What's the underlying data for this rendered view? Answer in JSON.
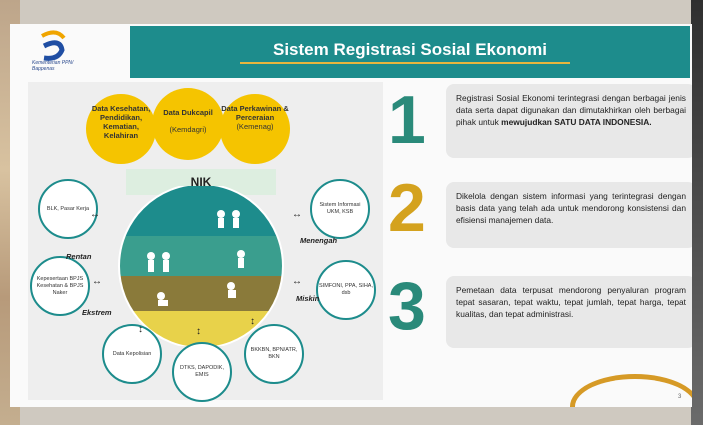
{
  "title": "Sistem Registrasi Sosial Ekonomi",
  "logo": {
    "text_line1": "Kementerian PPN/",
    "text_line2": "Bappenas"
  },
  "top_circles": [
    {
      "title": "Data Kesehatan, Pendidikan, Kematian, Kelahiran",
      "sub": ""
    },
    {
      "title": "Data Dukcapil",
      "sub": "(Kemdagri)"
    },
    {
      "title": "Data Perkawinan & Perceraian",
      "sub": "(Kemenag)"
    }
  ],
  "nik": "NIK",
  "satellites": {
    "blk": "BLK, Pasar Kerja",
    "sistem": "Sistem Informasi UKM, KSB",
    "bpjs": "Kepesertaan BPJS Kesehatan & BPJS Naker",
    "simfoni": "SIMFONI, PPA, SIHA, dsb",
    "kepolisian": "Data Kepolisian",
    "dtks": "DTKS, DAPODIK, EMIS",
    "bkkbn": "BKKBN, BPN/ATR, BKN"
  },
  "levels": {
    "menengah": "Menengah",
    "rentan": "Rentan",
    "miskin": "Miskin",
    "ekstrem": "Ekstrem"
  },
  "points": [
    {
      "num": "1",
      "text": "Registrasi Sosial Ekonomi terintegrasi dengan berbagai jenis data serta dapat digunakan dan dimutakhirkan oleh berbagai pihak untuk",
      "bold": "mewujudkan SATU DATA INDONESIA."
    },
    {
      "num": "2",
      "text": "Dikelola dengan sistem informasi yang terintegrasi dengan basis data yang telah ada untuk mendorong konsistensi dan efisiensi manajemen data.",
      "bold": ""
    },
    {
      "num": "3",
      "text": "Pemetaan data terpusat mendorong penyaluran program tepat sasaran, tepat waktu, tepat jumlah, tepat harga, tepat kualitas, dan tepat administrasi.",
      "bold": ""
    }
  ],
  "page_number": "3",
  "colors": {
    "teal": "#1d8c8c",
    "gold": "#e7b53e",
    "yellow": "#f5c400"
  }
}
